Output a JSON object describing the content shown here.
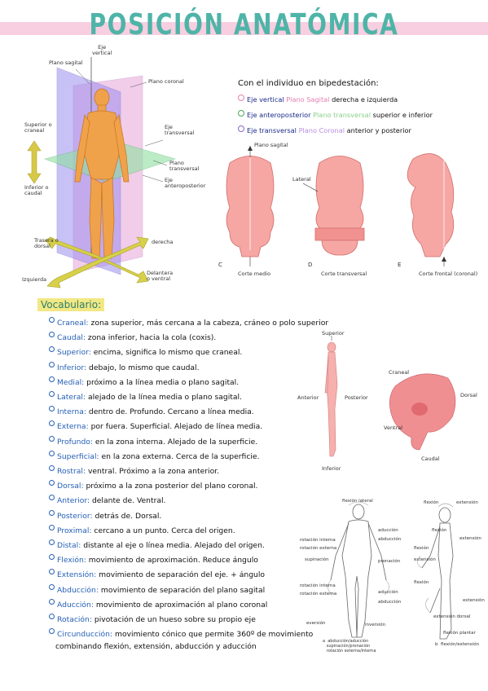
{
  "title": "POSICIÓN ANATÓMICA",
  "diagram1": {
    "labels": {
      "eje_vertical": "Eje\nvertical",
      "plano_sagital": "Plano sagital",
      "plano_coronal": "Plano coronal",
      "superior_craneal": "Superior o\ncraneal",
      "eje_transversal": "Eje\ntransversal",
      "plano_transversal": "Plano\ntransversal",
      "eje_anteroposterior": "Eje\nanteroposterior",
      "inferior_caudal": "Inferior o\ncaudal",
      "trasera_dorsal": "Trasera o\ndorsal",
      "derecha": "derecha",
      "izquierda": "Izquierda",
      "delantera_ventral": "Delantera\no ventral"
    }
  },
  "intro": {
    "heading": "Con el individuo en bipedestación:",
    "lines": [
      {
        "eje": "Eje vertical",
        "plano": "Plano Sagital",
        "desc": "derecha e izquierda"
      },
      {
        "eje": "Eje anteroposterior",
        "plano": "Plano transversal",
        "desc": "superior e inferior"
      },
      {
        "eje": "Eje transversal",
        "plano": "Plano Coronal",
        "desc": "anterior y posterior"
      }
    ]
  },
  "diagram2": {
    "plano_sagital": "Plano sagital",
    "lateral": "Lateral",
    "c": "C",
    "d": "D",
    "e": "E",
    "corte_medio": "Corte medio",
    "corte_transversal": "Corte transversal",
    "corte_frontal": "Corte frontal (coronal)"
  },
  "vocab": {
    "title": "Vocabulario:",
    "items": [
      {
        "term": "Craneal:",
        "def": " zona superior, más cercana a la cabeza, cráneo o polo superior"
      },
      {
        "term": "Caudal:",
        "def": " zona inferior, hacia la cola (coxis)."
      },
      {
        "term": "Superior:",
        "def": " encima, significa lo mismo que craneal."
      },
      {
        "term": "Inferior:",
        "def": " debajo, lo mismo que caudal."
      },
      {
        "term": "Medial:",
        "def": " próximo a la línea media o plano sagital."
      },
      {
        "term": "Lateral:",
        "def": " alejado de la línea media o plano sagital."
      },
      {
        "term": "Interna:",
        "def": " dentro de. Profundo. Cercano a línea media."
      },
      {
        "term": "Externa:",
        "def": " por fuera. Superficial. Alejado de línea media."
      },
      {
        "term": "Profundo:",
        "def": " en la zona interna. Alejado de la superficie."
      },
      {
        "term": "Superficial:",
        "def": " en la zona externa. Cerca de la superficie."
      },
      {
        "term": "Rostral:",
        "def": " ventral. Próximo a la zona anterior."
      },
      {
        "term": "Dorsal:",
        "def": " próximo a la zona posterior del plano coronal."
      },
      {
        "term": "Anterior:",
        "def": " delante de. Ventral."
      },
      {
        "term": "Posterior:",
        "def": " detrás de. Dorsal."
      },
      {
        "term": "Proximal:",
        "def": " cercano a un punto. Cerca del origen."
      },
      {
        "term": "Distal:",
        "def": " distante al eje o línea media. Alejado del origen."
      },
      {
        "term": "Flexión:",
        "def": " movimiento de aproximación. Reduce ángulo"
      },
      {
        "term": "Extensión:",
        "def": " movimiento de separación del eje. + ángulo"
      },
      {
        "term": "Abducción:",
        "def": " movimiento de separación del plano sagital"
      },
      {
        "term": "Aducción:",
        "def": " movimiento de aproximación al plano coronal"
      },
      {
        "term": "Rotación:",
        "def": " pivotación de un hueso sobre su propio eje"
      },
      {
        "term": "Circunducción:",
        "def": " movimiento cónico que permite 360º de movimiento"
      }
    ],
    "continuation": "combinando flexión, extensión, abducción y aducción"
  },
  "diagram3": {
    "superior": "Superior",
    "anterior": "Anterior",
    "posterior": "Posterior",
    "inferior": "Inferior",
    "craneal": "Craneal",
    "dorsal": "Dorsal",
    "ventral": "Ventral",
    "caudal": "Caudal"
  },
  "diagram4": {
    "flexion_lateral": "flexión lateral",
    "rotacion_interna": "rotación interna",
    "rotacion_externa": "rotación externa",
    "aduccion": "aducción",
    "abduccion": "abducción",
    "supinacion": "supinación",
    "pronacion": "pronación",
    "rotacion_interna2": "rotación interna",
    "rotacion_externa2": "rotación externa",
    "aduccion2": "aducción",
    "abduccion2": "abducción",
    "eversion": "eversión",
    "inversion": "inversión",
    "flexion": "flexión",
    "extension": "extensión",
    "flexion2": "flexión",
    "extension2": "extensión",
    "flexion3": "flexión",
    "extension3": "extensión",
    "flexion4": "flexión",
    "extension4": "extensión",
    "extension_dorsal": "extensión dorsal",
    "flexion_plantar": "flexión plantar",
    "caption_a": "a  abducción/aducción\n   supinación/pronación\n   rotación externa/interna",
    "caption_b": "b  flexión/extensión"
  }
}
